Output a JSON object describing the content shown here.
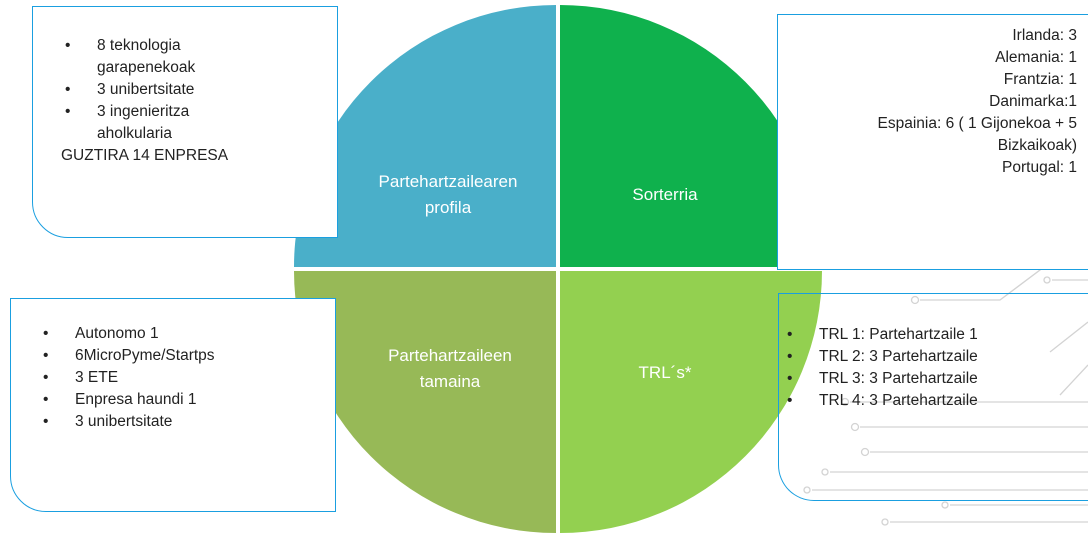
{
  "quadrants": {
    "profile": {
      "label": "Partehartzailearen profila",
      "color": "#4aafc9"
    },
    "origin": {
      "label": "Sorterria",
      "color": "#0fb14d"
    },
    "size": {
      "label": "Partehartzaileen tamaina",
      "color": "#97b957"
    },
    "trl": {
      "label": "TRL´s*",
      "color": "#93d050"
    }
  },
  "profile_panel": {
    "items": [
      "8 teknologia garapenekoak",
      "3 unibertsitate",
      "3 ingenieritza aholkularia"
    ],
    "summary": "GUZTIRA 14 ENPRESA"
  },
  "origin_panel": {
    "lines": [
      "Irlanda: 3",
      "Alemania: 1",
      "Frantzia: 1",
      "Danimarka:1",
      "Espainia: 6 ( 1 Gijonekoa + 5",
      "Bizkaikoak)",
      "Portugal: 1"
    ]
  },
  "size_panel": {
    "items": [
      "Autonomo 1",
      "6MicroPyme/Startps",
      "3 ETE",
      "Enpresa haundi 1",
      "3 unibertsitate"
    ]
  },
  "trl_panel": {
    "items": [
      "TRL 1: Partehartzaile 1",
      "TRL 2:  3 Partehartzaile",
      "TRL 3: 3 Partehartzaile",
      "TRL 4: 3 Partehartzaile"
    ]
  },
  "colors": {
    "panel_border": "#1a9fe0",
    "circuit": "#cfcfcf"
  }
}
